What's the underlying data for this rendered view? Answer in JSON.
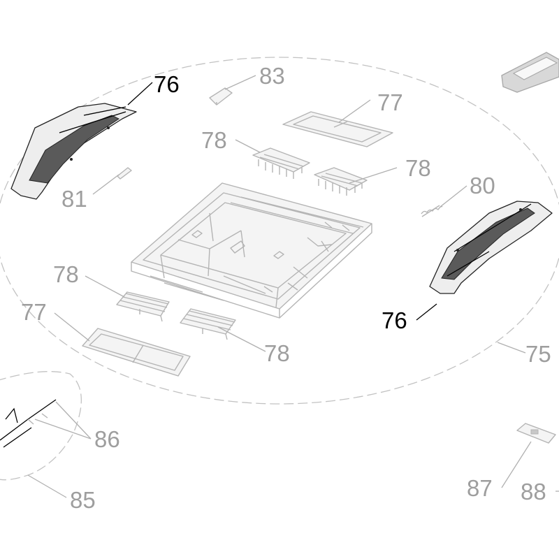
{
  "labels": {
    "p76_top": "76",
    "p76_right": "76",
    "p83": "83",
    "p77_top": "77",
    "p78_a": "78",
    "p78_b": "78",
    "p80": "80",
    "p81": "81",
    "p78_c": "78",
    "p77_left": "77",
    "p78_d": "78",
    "p75": "75",
    "p86": "86",
    "p85": "85",
    "p87": "87",
    "p88": "88"
  },
  "colors": {
    "highlight": "#000000",
    "muted": "#9e9e9e"
  }
}
